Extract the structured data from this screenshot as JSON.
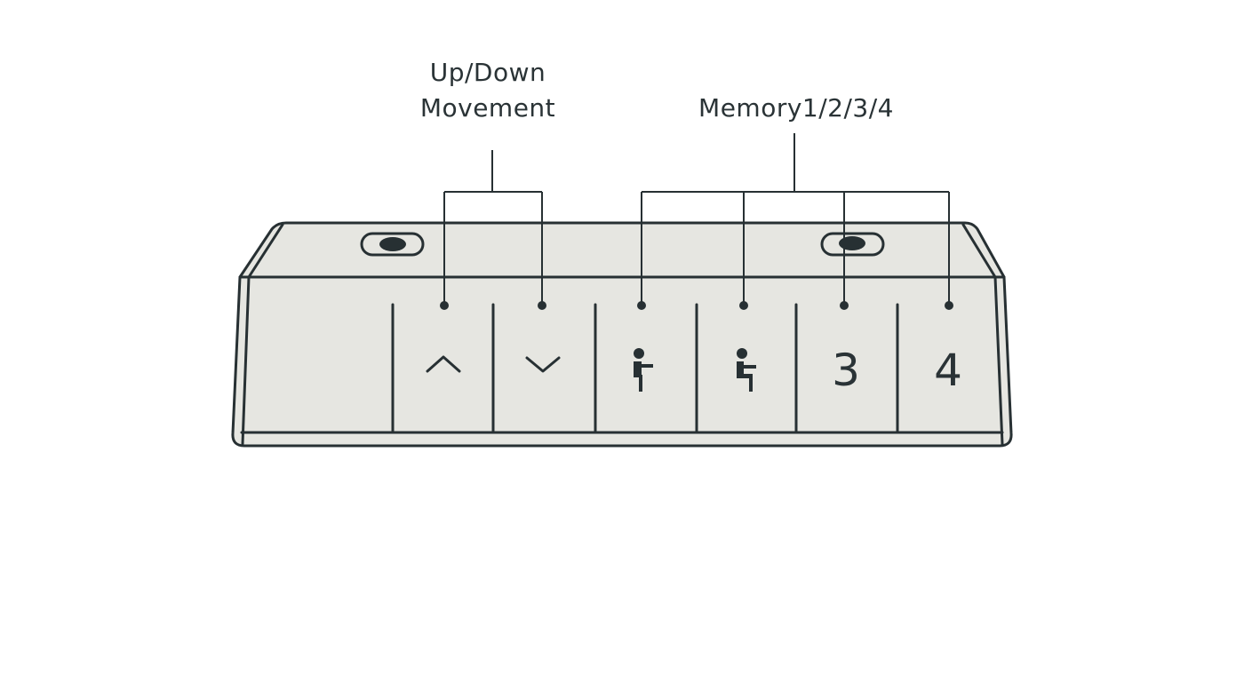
{
  "labels": {
    "updown_line1": "Up/Down",
    "updown_line2": "Movement",
    "memory": "Memory1/2/3/4"
  },
  "keys": {
    "up_icon": "chevron-up-icon",
    "down_icon": "chevron-down-icon",
    "memory1_icon": "standing-person-icon",
    "memory2_icon": "sitting-person-icon",
    "memory3_label": "3",
    "memory4_label": "4"
  },
  "colors": {
    "ink": "#273033",
    "panel": "#e6e6e1",
    "background": "#ffffff"
  }
}
